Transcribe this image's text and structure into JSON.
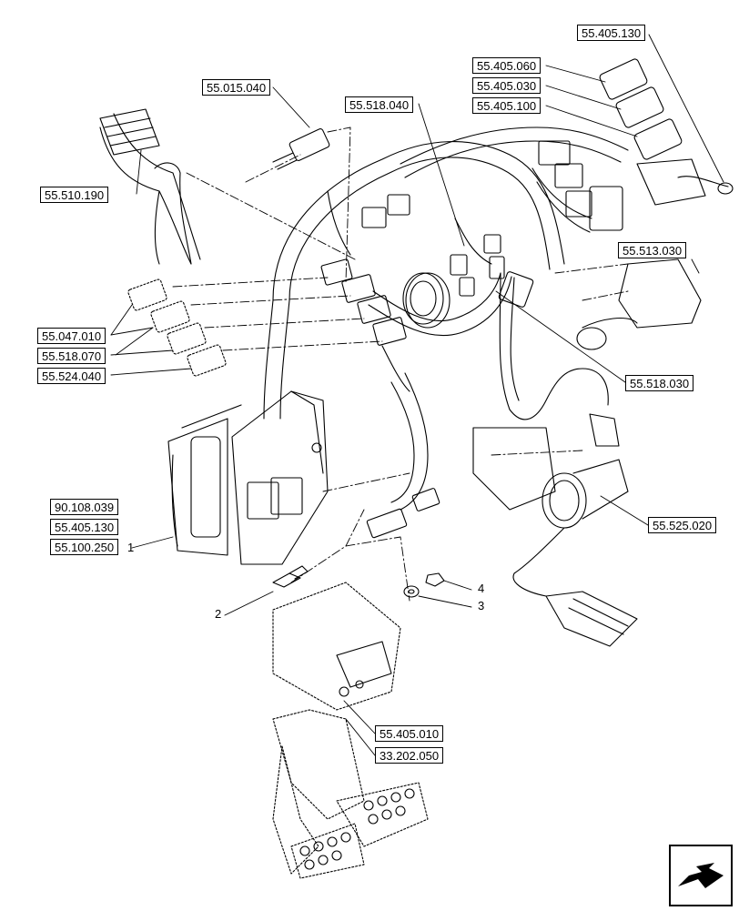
{
  "references": {
    "r_55405130_top": "55.405.130",
    "r_55405060": "55.405.060",
    "r_55405030": "55.405.030",
    "r_55405100": "55.405.100",
    "r_55015040": "55.015.040",
    "r_55518040": "55.518.040",
    "r_55510190": "55.510.190",
    "r_55513030": "55.513.030",
    "r_55047010": "55.047.010",
    "r_55518070": "55.518.070",
    "r_55524040": "55.524.040",
    "r_55518030": "55.518.030",
    "r_90108039": "90.108.039",
    "r_55405130_mid": "55.405.130",
    "r_55100250": "55.100.250",
    "r_55525020": "55.525.020",
    "r_55405010": "55.405.010",
    "r_33202050": "33.202.050"
  },
  "callouts": {
    "c1": "1",
    "c2": "2",
    "c3": "3",
    "c4": "4"
  },
  "icons": {
    "nav": "next-page-arrow-icon"
  }
}
